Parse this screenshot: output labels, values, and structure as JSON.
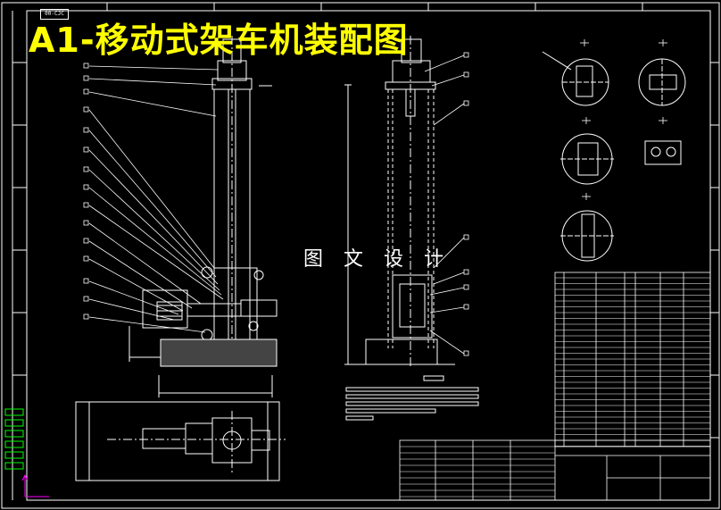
{
  "drawing": {
    "title": "A1-移动式架车机装配图",
    "watermark": "图 文 设 计",
    "sheet_code": "00-CJC"
  },
  "colors": {
    "background": "#000000",
    "lines": "#ffffff",
    "title": "#ffff00",
    "green_marks": "#00ff00",
    "axis_y": "#ff00ff",
    "centerline": "#ffffff"
  }
}
